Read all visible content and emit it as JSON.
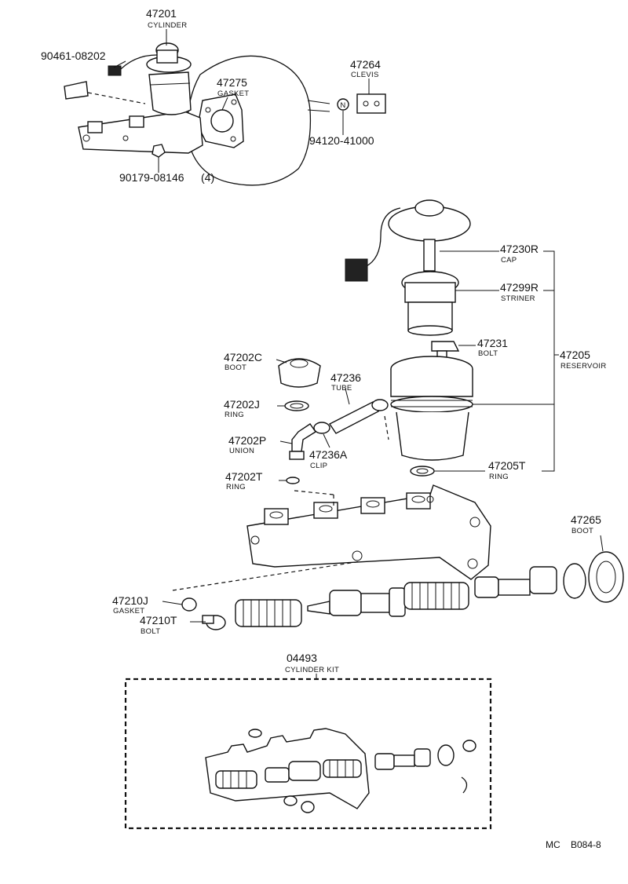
{
  "parts": {
    "p47201": {
      "number": "47201",
      "name": "CYLINDER"
    },
    "p90461": {
      "number": "90461-08202"
    },
    "p47275": {
      "number": "47275",
      "name": "GASKET"
    },
    "p47264": {
      "number": "47264",
      "name": "CLEVIS"
    },
    "p94120": {
      "number": "94120-41000"
    },
    "p90179": {
      "number": "90179-08146",
      "qty": "(4)"
    },
    "p47230R": {
      "number": "47230R",
      "name": "CAP"
    },
    "p47299R": {
      "number": "47299R",
      "name": "STRINER"
    },
    "p47231": {
      "number": "47231",
      "name": "BOLT"
    },
    "p47205": {
      "number": "47205",
      "name": "RESERVOIR"
    },
    "p47202C": {
      "number": "47202C",
      "name": "BOOT"
    },
    "p47236": {
      "number": "47236",
      "name": "TUBE"
    },
    "p47202J": {
      "number": "47202J",
      "name": "RING"
    },
    "p47202P": {
      "number": "47202P",
      "name": "UNION"
    },
    "p47236A": {
      "number": "47236A",
      "name": "CLIP"
    },
    "p47205T": {
      "number": "47205T",
      "name": "RING"
    },
    "p47202T": {
      "number": "47202T",
      "name": "RING"
    },
    "p47265": {
      "number": "47265",
      "name": "BOOT"
    },
    "p47210J": {
      "number": "47210J",
      "name": "GASKET"
    },
    "p47210T": {
      "number": "47210T",
      "name": "BOLT"
    },
    "p04493": {
      "number": "04493",
      "name": "CYLINDER KIT"
    }
  },
  "nut_symbol": "N",
  "footer": {
    "code_prefix": "MC",
    "code": "B084-8"
  }
}
